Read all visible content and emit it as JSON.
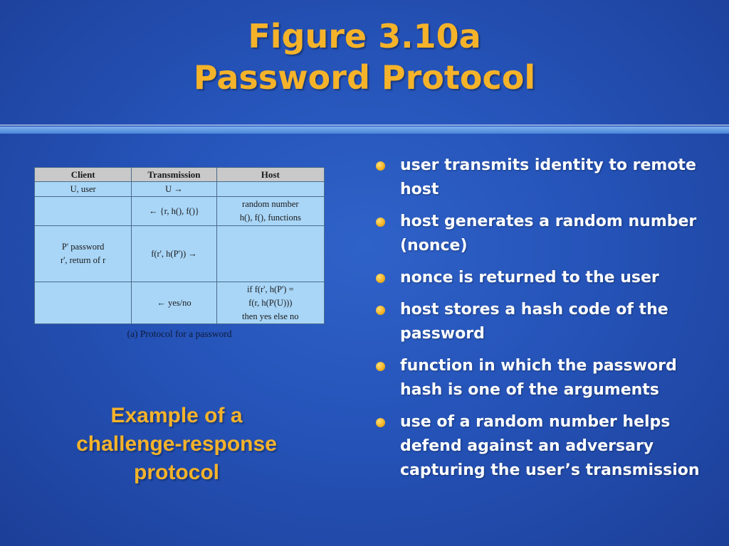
{
  "slide": {
    "title_line1": "Figure 3.10a",
    "title_line2": "Password Protocol"
  },
  "figure": {
    "headers": [
      "Client",
      "Transmission",
      "Host"
    ],
    "rows": [
      {
        "client": [
          "U, user"
        ],
        "transmission": [
          "U →"
        ],
        "host": [
          ""
        ]
      },
      {
        "client": [
          ""
        ],
        "transmission": [
          "← {r, h(), f()}"
        ],
        "host": [
          "random number",
          "h(), f(), functions"
        ]
      },
      {
        "client": [
          "P' password",
          "r', return of r"
        ],
        "transmission": [
          "f(r', h(P')) →"
        ],
        "host": [
          ""
        ]
      },
      {
        "client": [
          ""
        ],
        "transmission": [
          "← yes/no"
        ],
        "host": [
          "if f(r', h(P') =",
          "f(r, h(P(U)))",
          "then yes else no"
        ]
      }
    ],
    "caption": "(a) Protocol for a password"
  },
  "example_text": [
    "Example of a",
    "challenge-response",
    "protocol"
  ],
  "bullets": [
    "user transmits identity to remote host",
    "host generates a random number (nonce)",
    "nonce is returned to the user",
    "host stores a hash code of the password",
    "function in which the password hash is one of the arguments",
    "use of a random number helps defend against an adversary capturing the user’s transmission"
  ],
  "colors": {
    "background": "#2553b8",
    "title": "#f5b32a",
    "bullet_dot": "#f2b020",
    "table_cell": "#a9d6f7",
    "table_header": "#c9c9c9",
    "divider": "#7fb0ee"
  }
}
